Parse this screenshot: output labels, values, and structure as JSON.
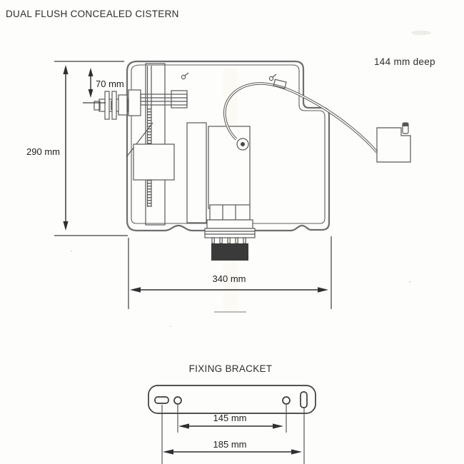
{
  "header": {
    "title": "DUAL FLUSH CONCEALED CISTERN"
  },
  "cistern": {
    "depth_label": "144 mm deep",
    "inlet_height_label": "70 mm",
    "height_label": "290 mm",
    "width_label": "340 mm"
  },
  "bracket": {
    "title": "FIXING BRACKET",
    "hole_spacing_label": "145 mm",
    "overall_width_label": "185 mm"
  },
  "colors": {
    "line_gray": "#6e6e6e",
    "dimension_dark": "#2f2f2f",
    "outlet_fill": "#3a3a3a",
    "background": "#fdfdfc"
  }
}
